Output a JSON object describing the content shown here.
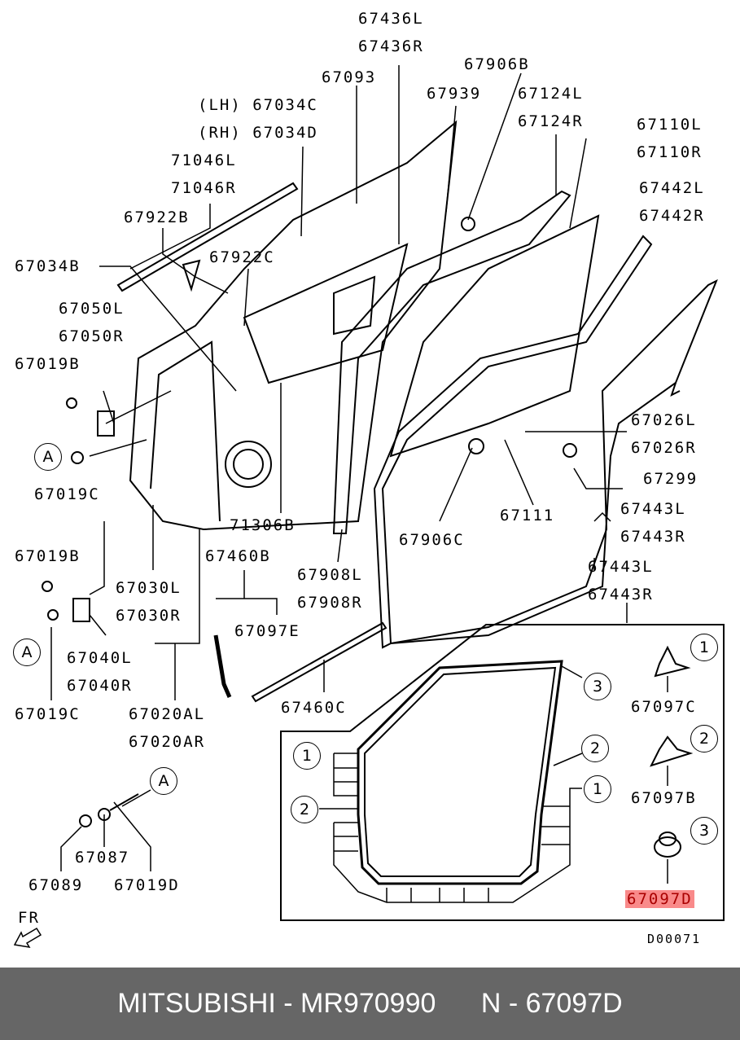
{
  "labels": [
    "67436L",
    "67436R",
    "67906B",
    "67093",
    "67939",
    "67124L",
    "67124R",
    "(LH) 67034C",
    "(RH) 67034D",
    "67110L",
    "67110R",
    "71046L",
    "71046R",
    "67442L",
    "67442R",
    "67922B",
    "67922C",
    "67034B",
    "67050L",
    "67050R",
    "67019B",
    "67026L",
    "67026R",
    "67019C",
    "67299",
    "67111",
    "67443L",
    "67443R",
    "71306B",
    "67906C",
    "67460B",
    "67019B",
    "67908L",
    "67908R",
    "67443L",
    "67443R",
    "67030L",
    "67030R",
    "67097E",
    "67040L",
    "67040R",
    "67460C",
    "67097C",
    "67019C",
    "67020AL",
    "67020AR",
    "67097B",
    "67087",
    "67089",
    "67019D",
    "D00071"
  ],
  "highlighted_part": "67097D",
  "ref_markers": [
    "A",
    "A",
    "A"
  ],
  "callouts": [
    "1",
    "2",
    "3",
    "2",
    "1",
    "1",
    "2",
    "3"
  ],
  "direction": {
    "label": "FR",
    "icon": "arrow-front-left-icon"
  },
  "footer": {
    "brand_part": "MITSUBISHI - MR970990",
    "ref_part": "N - 67097D"
  },
  "colors": {
    "highlight_bg": "#f98a8a",
    "highlight_text": "#aa0000",
    "footer_bg": "#666666"
  }
}
